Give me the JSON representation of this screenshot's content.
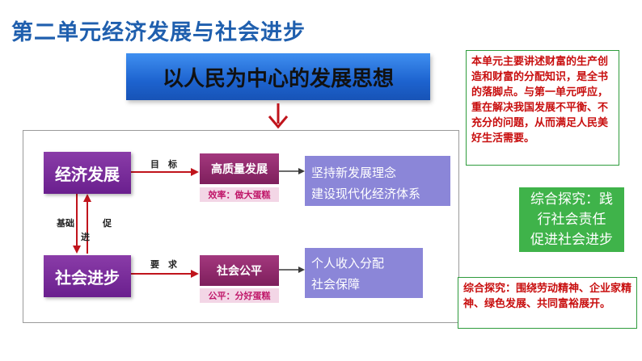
{
  "title": "第二单元经济发展与社会进步",
  "banner": "以人民为中心的发展思想",
  "nodes": {
    "economy": "经济发展",
    "society": "社会进步",
    "quality": "高质量发展",
    "fairness": "社会公平"
  },
  "edge_labels": {
    "goal": "目　标",
    "require": "要　求",
    "basis": "基础",
    "promote_a": "促",
    "promote_b": "进"
  },
  "tags": {
    "efficiency": "效率：做大蛋糕",
    "fair": "公平：分好蛋糕"
  },
  "detail_top": [
    "坚持新发展理念",
    "建设现代化经济体系"
  ],
  "detail_bottom": [
    "个人收入分配",
    "社会保障"
  ],
  "note_text": "本单元主要讲述财富的生产创造和财富的分配知识，是全书的落脚点。与第一单元呼应，重在解决我国发展不平衡、不充分的问题，从而满足人民美好生活需要。",
  "inquiry1_lines": [
    "综合探究：践",
    "行社会责任",
    "促进社会进步"
  ],
  "inquiry2_text": "综合探究：围绕劳动精神、企业家精神、绿色发展、共同富裕展开。",
  "colors": {
    "title": "#1f5fae",
    "arrow": "#c0141c",
    "note_text": "#c80e0e",
    "green": "#3fb34a"
  }
}
